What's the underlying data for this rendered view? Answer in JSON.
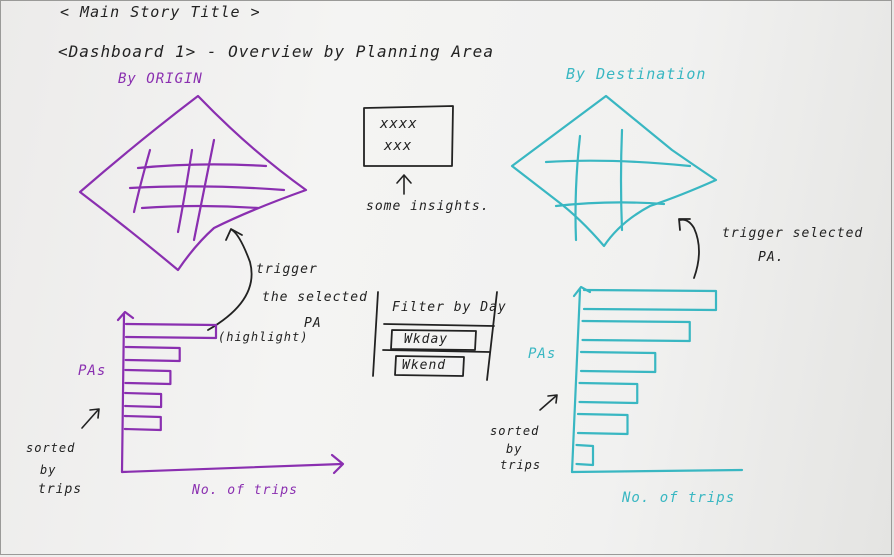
{
  "header": {
    "main_title": "< Main Story Title >",
    "dashboard_title": "<Dashboard 1> - Overview by Planning Area"
  },
  "origin": {
    "heading": "By ORIGIN",
    "trigger_note_line1": "trigger",
    "trigger_note_line2": "the selected",
    "trigger_note_line3": "PA",
    "highlight_note": "(highlight)",
    "y_axis_label": "PAs",
    "sort_note_line1": "sorted",
    "sort_note_line2": "by",
    "sort_note_line3": "trips",
    "x_axis_label": "No. of trips",
    "bar_values": [
      5,
      3,
      2.5,
      2,
      2
    ]
  },
  "destination": {
    "heading": "By Destination",
    "trigger_note_line1": "trigger selected",
    "trigger_note_line2": "PA.",
    "y_axis_label": "PAs",
    "sort_note_line1": "sorted",
    "sort_note_line2": "by",
    "sort_note_line3": "trips",
    "x_axis_label": "No. of trips",
    "bar_values": [
      8,
      6.5,
      4.5,
      3.5,
      3,
      1
    ]
  },
  "insights_box": {
    "line1": "xxxx",
    "line2": "xxx",
    "caption": "some insights."
  },
  "filter_box": {
    "title": "Filter by Day",
    "option1": "Wkday",
    "option2": "Wkend"
  },
  "colors": {
    "black_ink": "#222222",
    "purple_ink": "#8a2fb0",
    "teal_ink": "#39b7c2",
    "board": "#f1f1f0"
  }
}
